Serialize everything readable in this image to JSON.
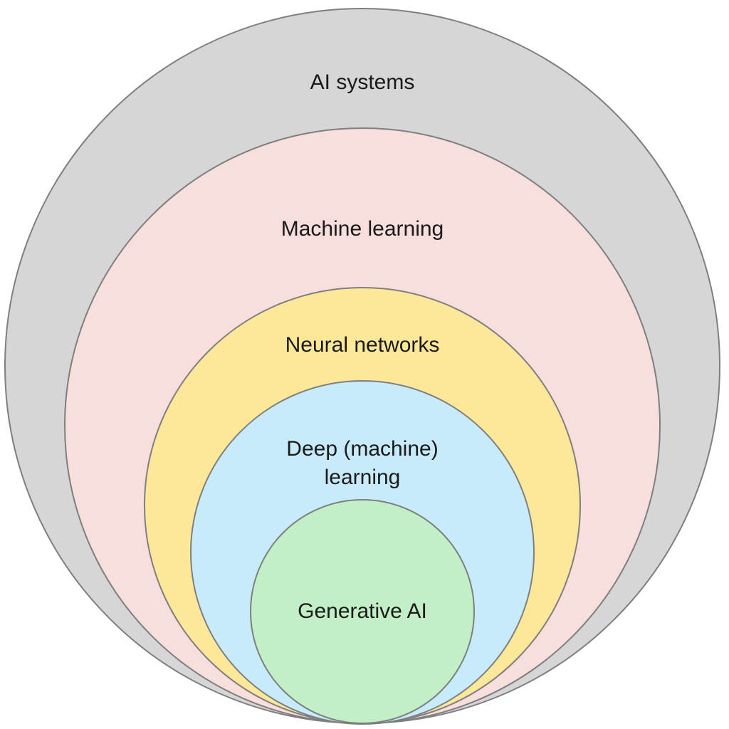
{
  "diagram": {
    "type": "nested-circles",
    "layers": [
      {
        "id": "ai-systems",
        "label_lines": [
          "AI systems"
        ],
        "fill": "#d6d6d6"
      },
      {
        "id": "machine-learning",
        "label_lines": [
          "Machine learning"
        ],
        "fill": "#f8dedc"
      },
      {
        "id": "neural-networks",
        "label_lines": [
          "Neural networks"
        ],
        "fill": "#fde89a"
      },
      {
        "id": "deep-learning",
        "label_lines": [
          "Deep (machine)",
          "learning"
        ],
        "fill": "#c8ebfb"
      },
      {
        "id": "generative-ai",
        "label_lines": [
          "Generative AI"
        ],
        "fill": "#c2efc6"
      }
    ],
    "stroke_color": "#7f7f7f",
    "text_color": "#1a1a1a"
  }
}
